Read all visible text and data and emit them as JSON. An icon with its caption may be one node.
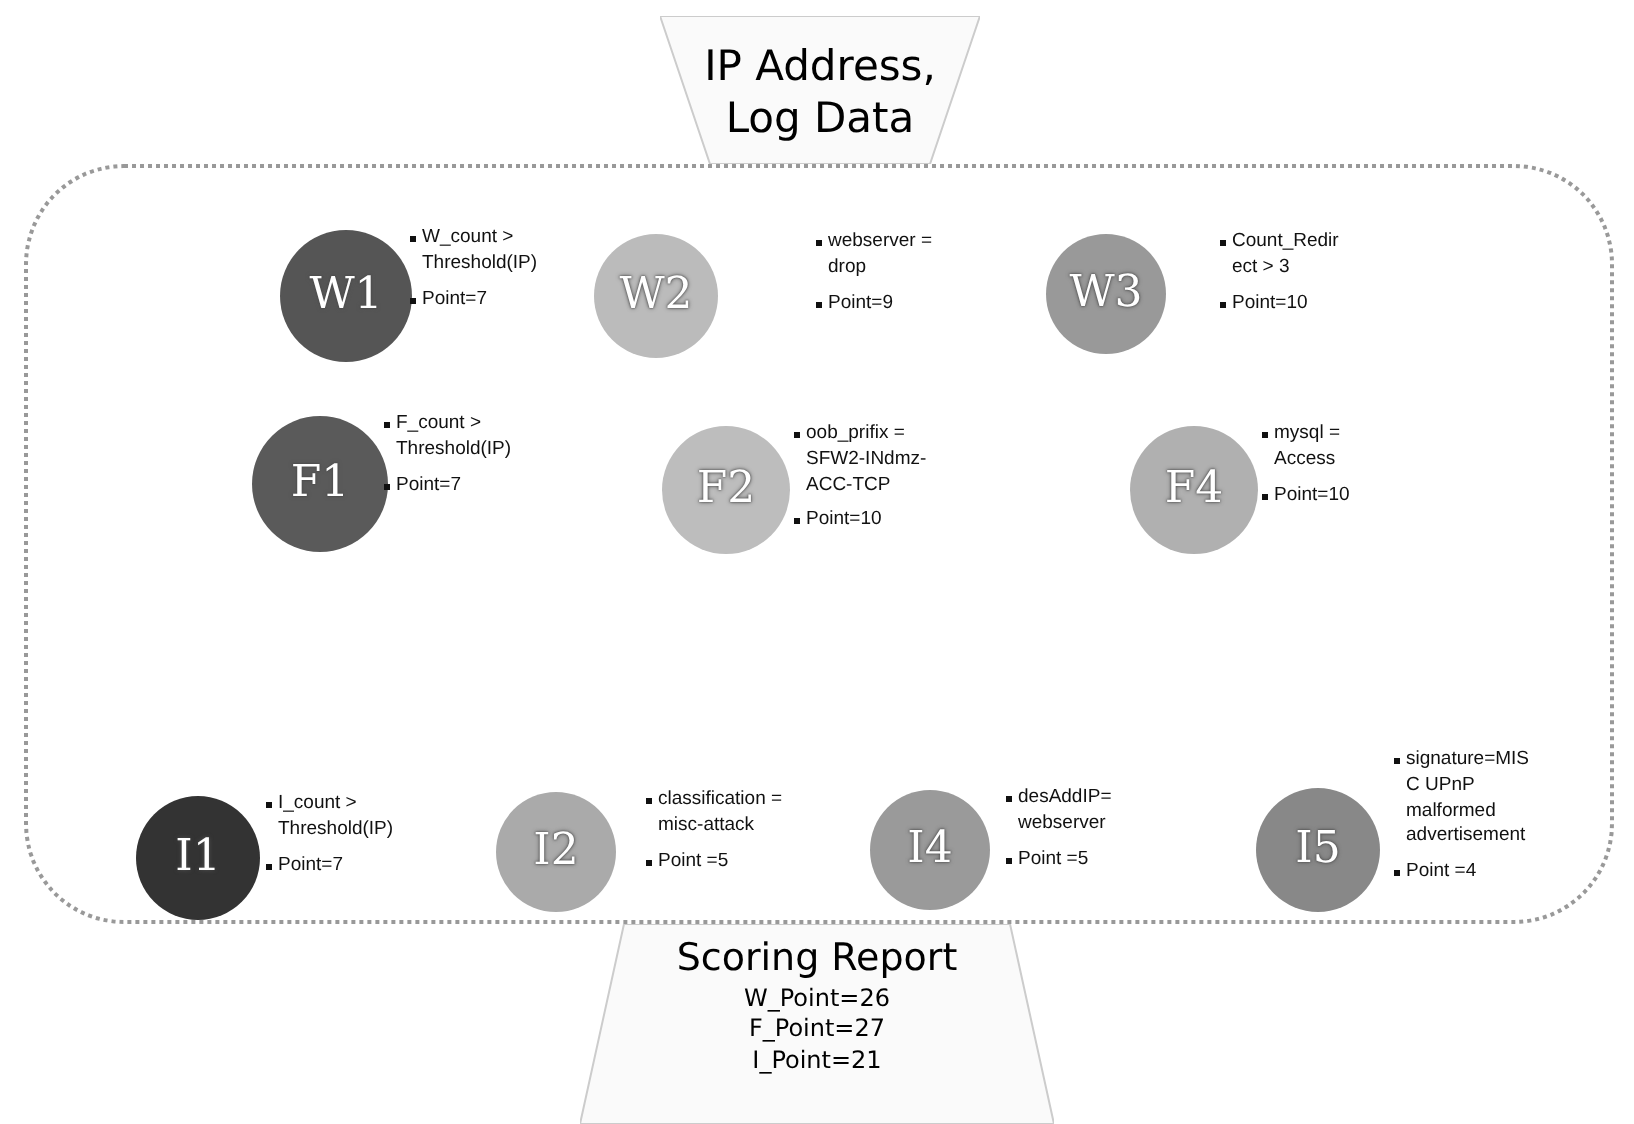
{
  "diagram": {
    "nodes": [
      {
        "text": [
          "IP Address, Log Data"
        ]
      },
      {
        "text": [],
        "shape": "box"
      },
      {
        "text": [
          "W1"
        ],
        "in": 1,
        "beside": [
          "W_count > Threshold(IP)",
          "Point=7"
        ]
      },
      {
        "text": [
          "W2"
        ],
        "in": 1,
        "beside": [
          "webserver = drop",
          "Point=9"
        ]
      },
      {
        "text": [
          "W3"
        ],
        "in": 1,
        "beside": [
          "Count_Redirect > 3",
          "Point=10"
        ]
      },
      {
        "text": [
          "F1"
        ],
        "in": 1,
        "beside": [
          "F_count > Threshold(IP)",
          "Point=7"
        ]
      },
      {
        "text": [
          "F2"
        ],
        "in": 1,
        "beside": [
          "oob_prifix = SFW2-INdmz-ACC-TCP",
          "Point=10"
        ]
      },
      {
        "text": [
          "F4"
        ],
        "in": 1,
        "beside": [
          "mysql = Access",
          "Point=10"
        ]
      },
      {
        "text": [
          "I1"
        ],
        "in": 1,
        "beside": [
          "I_count > Threshold(IP)",
          "Point=7"
        ]
      },
      {
        "text": [
          "I2"
        ],
        "in": 1,
        "beside": [
          "classification = misc-attack",
          "Point =5"
        ]
      },
      {
        "text": [
          "I4"
        ],
        "in": 1,
        "beside": [
          "desAddIP= webserver",
          "Point =5"
        ]
      },
      {
        "text": [
          "I5"
        ],
        "in": 1,
        "beside": [
          "signature=MISC UPnP malformed advertisement",
          "Point =4"
        ]
      },
      {
        "text": [
          "Scoring Report",
          "W_Point=26",
          "F_Point=27",
          "I_Point=21"
        ]
      }
    ]
  }
}
